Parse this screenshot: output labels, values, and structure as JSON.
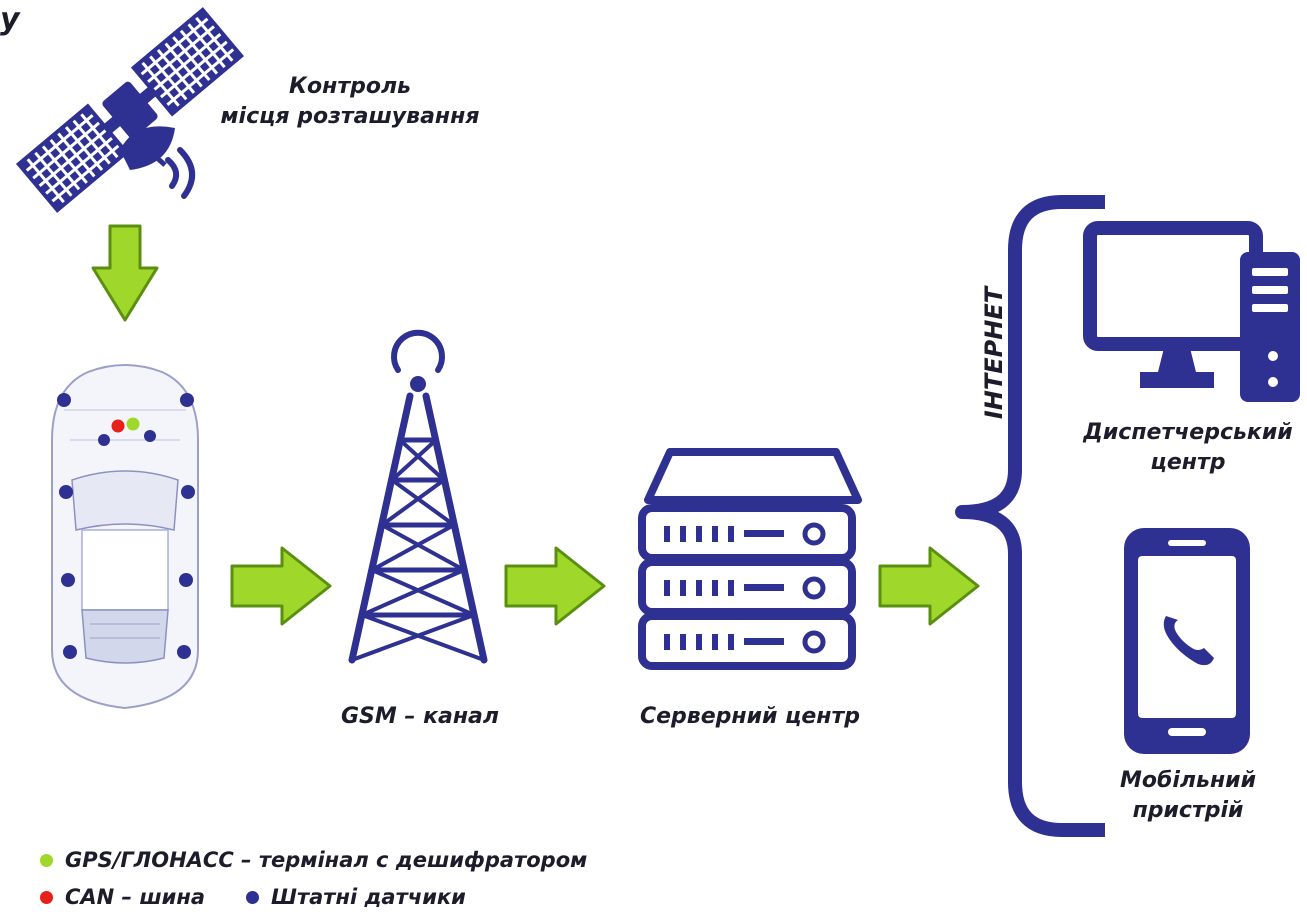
{
  "corner_letter": "у",
  "satellite": {
    "label_line1": "Контроль",
    "label_line2": "місця розташування"
  },
  "tower": {
    "label": "GSM – канал"
  },
  "server": {
    "label": "Серверний центр"
  },
  "internet": {
    "label": "ІНТЕРНЕТ"
  },
  "desktop": {
    "label_line1": "Диспетчерський",
    "label_line2": "центр"
  },
  "mobile": {
    "label_line1": "Мобільний",
    "label_line2": "пристрій"
  },
  "legend": [
    {
      "text": "GPS/ГЛОНАСС – термінал с дешифратором",
      "color": "#9fd82a"
    },
    {
      "text": "CAN – шина",
      "color": "#e8201c"
    },
    {
      "text": "Штатні датчики",
      "color": "#2e3192"
    }
  ],
  "colors": {
    "primary": "#2e3192",
    "arrow": "#9fd82a",
    "arrow_outline": "#5a8f10"
  }
}
